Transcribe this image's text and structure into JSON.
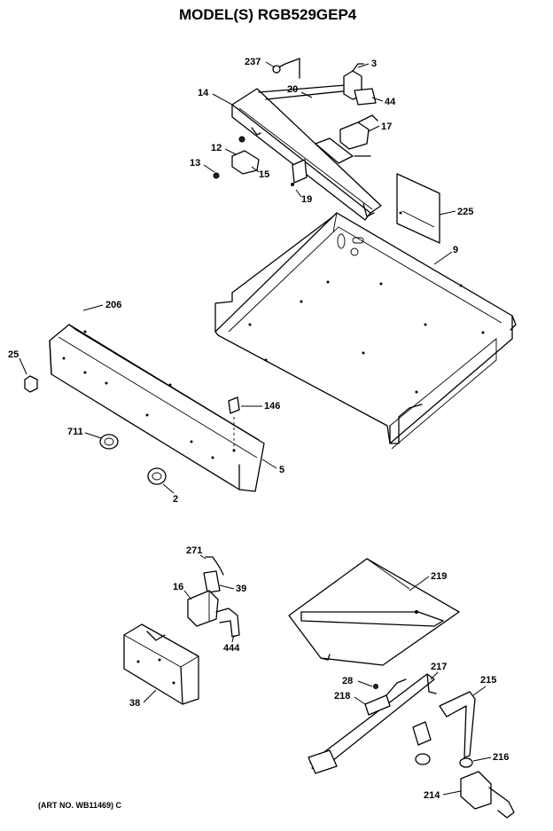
{
  "header": {
    "title": "MODEL(S) RGB529GEP4"
  },
  "footer": {
    "art_number": "(ART NO. WB11469) C"
  },
  "callouts": {
    "c237": "237",
    "c3": "3",
    "c14": "14",
    "c20": "20",
    "c44": "44",
    "c12": "12",
    "c17": "17",
    "c13": "13",
    "c15": "15",
    "c19": "19",
    "c225": "225",
    "c9": "9",
    "c206": "206",
    "c25": "25",
    "c146": "146",
    "c711": "711",
    "c5": "5",
    "c2": "2",
    "c271": "271",
    "c16": "16",
    "c39": "39",
    "c444": "444",
    "c38": "38",
    "c219": "219",
    "c217": "217",
    "c28": "28",
    "c215": "215",
    "c218": "218",
    "c216": "216",
    "c214": "214"
  }
}
